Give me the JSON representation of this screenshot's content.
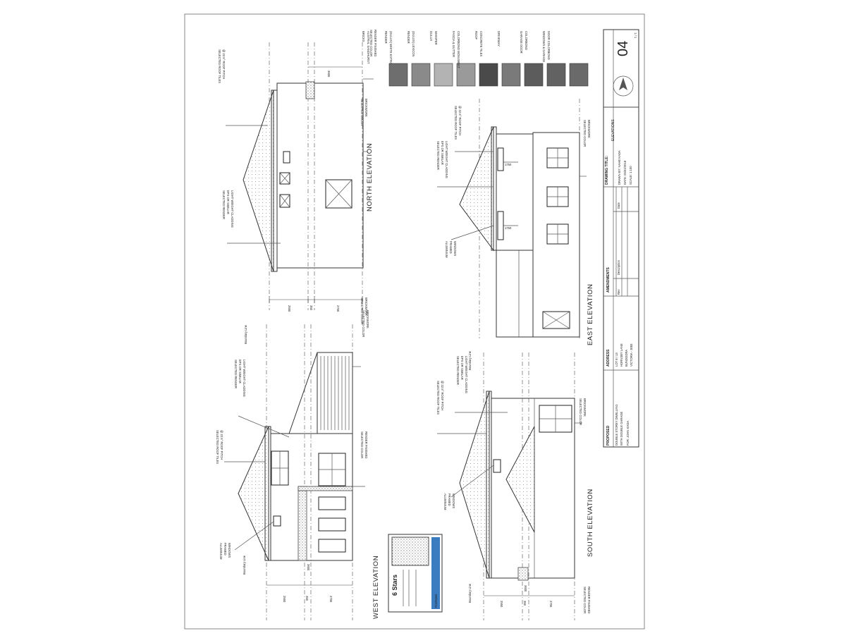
{
  "elevations": {
    "north": {
      "title": "NORTH ELEVATION",
      "notes": [
        "SELECTED ROOF TILES",
        "@ 22.5° ROOF PITCH",
        "SELECTED RENDER",
        "EPS OR SIMILAR",
        "LIGHT WEIGHT CLADDING",
        "SELECTED COLOR",
        "RENDER FINISHED",
        "SELECTED COLOR",
        "BRICKWORK",
        "SELECTED COLOR",
        "BRICKWORK"
      ],
      "dims": [
        "2550",
        "350",
        "2700",
        "3600"
      ]
    },
    "west": {
      "title": "WEST ELEVATION",
      "notes": [
        "SELECTED ROOF TILES",
        "@ 22.5° ROOF PITCH",
        "SELECTED RENDER",
        "EPS OR SIMILAR",
        "LIGHT WEIGHT CLADDING",
        "ALUMINIUM",
        "FRAMED",
        "WINDOWS",
        "SELECTED COLOR",
        "RENDER FINISHED",
        "SELECTED COLOR",
        "BRICKWORK"
      ],
      "boundary": "Boundary Line",
      "dims": [
        "2550",
        "350",
        "2700",
        "3600"
      ]
    },
    "east": {
      "title": "EAST ELEVATION",
      "notes": [
        "SELECTED RENDER",
        "EPS OR SIMILAR",
        "LIGHT WEIGHT CLADDING",
        "SELECTED ROOF TILES",
        "@ 22.5° ROOF PITCH",
        "ALUMINIUM",
        "FRAMED",
        "WINDOWS",
        "SELECTED COLOR",
        "BRICKWORK"
      ],
      "dims": [
        "1750",
        "1750"
      ]
    },
    "south": {
      "title": "SOUTH ELEVATION",
      "notes": [
        "SELECTED ROOF TILES",
        "@ 22.5° ROOF PITCH",
        "SELECTED RENDER",
        "EPS OR SIMILAR",
        "LIGHT WEIGHT CLADDING",
        "ALUMINIUM",
        "FRAMED",
        "WINDOWS",
        "SELECTED COLOR",
        "BRICKWORK",
        "SELECTED COLOR",
        "RENDER FINISHED"
      ],
      "boundary": "Boundary Line",
      "dims": [
        "2550",
        "350",
        "2700",
        "3600"
      ]
    }
  },
  "energy_rating": {
    "stars": "6 Stars",
    "label": "FirstRate5"
  },
  "color_legend": [
    {
      "label": "BRICKS",
      "sub": "AUSTRAL SANDHURST",
      "color": "#6e6e6e"
    },
    {
      "label": "RENDER",
      "sub": "(DULUX) WHITE EXTRA",
      "color": "#8a8a8a"
    },
    {
      "label": "RENDER",
      "sub": "(DULUX) LEXICON",
      "color": "#b3b3b3"
    },
    {
      "label": "DULUX",
      "sub": "WHISPER",
      "color": "#9a9a9a"
    },
    {
      "label": "FASCIA & GUTTER",
      "sub": "COLORBOND MONUMENT",
      "color": "#4a4a4a"
    },
    {
      "label": "ROOF",
      "sub": "CONCRETE TILES",
      "color": "#7a7a7a"
    },
    {
      "label": "DRIVEWAY",
      "sub": "",
      "color": "#5c5c5c"
    },
    {
      "label": "GARAGE DOOR",
      "sub": "COLORBOND",
      "color": "#626262"
    },
    {
      "label": "WINDOWS & GARAGE",
      "sub": "DOOR COLORBOND",
      "color": "#6a6a6a"
    }
  ],
  "title_block": {
    "proposed_heading": "PROPOSED",
    "proposed_lines": [
      "DOUBLE STOREY DWELLING",
      "WITH DOUBLE GARAGE",
      "FOR: JOHN KADA"
    ],
    "address_heading": "ADDRESS",
    "address_lines": [
      "LOT 8 / 13",
      "HORNSBY LANE",
      "BUNDOORA",
      "VICTORIA - 3083"
    ],
    "amendments_heading": "AMENDMENTS",
    "amend_cols": [
      "Rev",
      "Description",
      "Date"
    ],
    "drawing_title_label": "DRAWING TITLE:",
    "drawing_title": "ELEVATIONS",
    "drawn_by": "DRAWN BY: NAHE KADA",
    "date": "DATE: 05/02/2018",
    "scale": "SCALE: 1:100",
    "sheet_number": "04",
    "sheet_total": "1 / 1"
  }
}
